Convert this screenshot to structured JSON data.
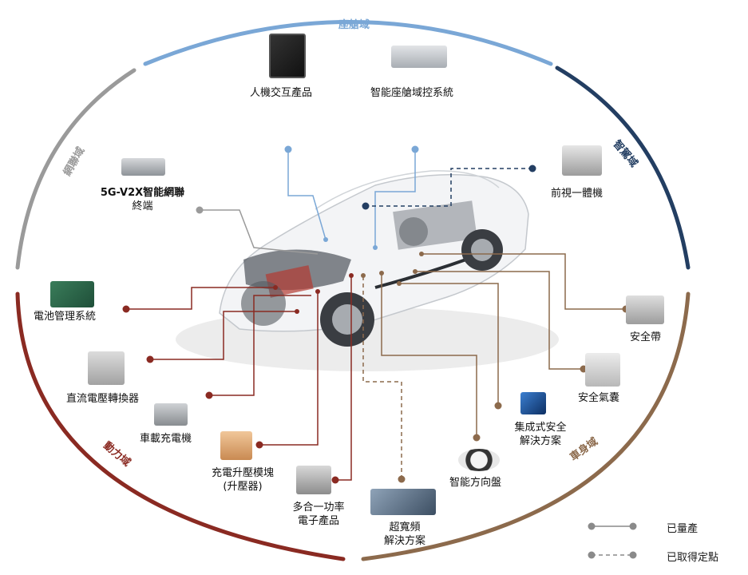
{
  "domains": {
    "cockpit": {
      "label": "座艙域",
      "color": "#7aa7d6"
    },
    "driving": {
      "label": "智駕域",
      "color": "#233e62"
    },
    "network": {
      "label": "網聯域",
      "color": "#9a9a9a"
    },
    "power": {
      "label": "動力域",
      "color": "#8a2a22"
    },
    "body": {
      "label": "車身域",
      "color": "#8c6a4c"
    }
  },
  "products": {
    "hmi": "人機交互產品",
    "cockpit_controller": "智能座艙域控系統",
    "front_camera": "前視一體機",
    "v2x_line1": "5G-V2X智能網聯",
    "v2x_line2": "終端",
    "bms": "電池管理系統",
    "dcdc": "直流電壓轉換器",
    "obc": "車載充電機",
    "boost_line1": "充電升壓模塊",
    "boost_line2": "(升壓器)",
    "multi_line1": "多合一功率",
    "multi_line2": "電子產品",
    "uwb_line1": "超寬頻",
    "uwb_line2": "解決方案",
    "steering": "智能方向盤",
    "safety_line1": "集成式安全",
    "safety_line2": "解決方案",
    "airbag": "安全氣囊",
    "seatbelt": "安全帶"
  },
  "legend": {
    "mass_production": "已量產",
    "designated": "已取得定點"
  }
}
